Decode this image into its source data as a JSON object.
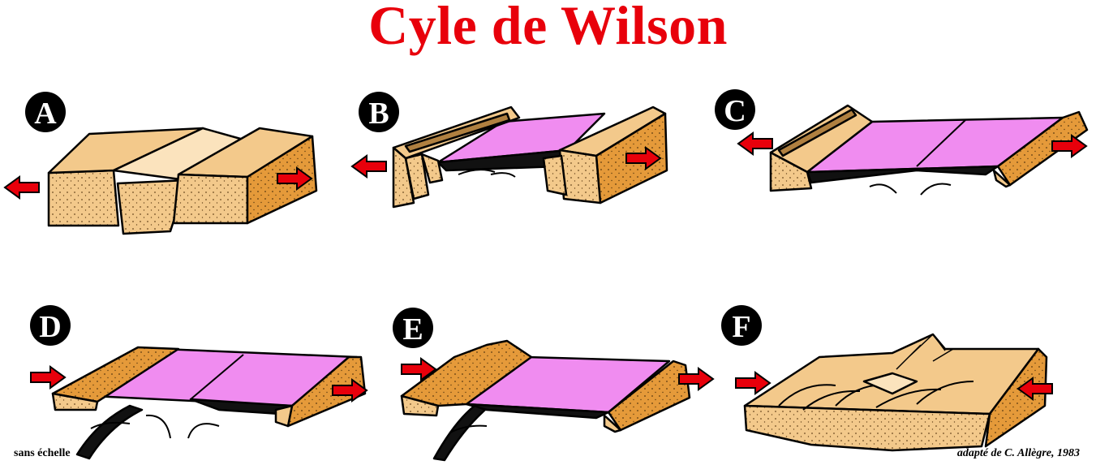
{
  "title": "Cyle de Wilson",
  "panels": [
    {
      "label": "A"
    },
    {
      "label": "B"
    },
    {
      "label": "C"
    },
    {
      "label": "D"
    },
    {
      "label": "E"
    },
    {
      "label": "F"
    }
  ],
  "footer": {
    "scale_note": "sans échelle",
    "credit": "adapté de C. Allègre, 1983"
  },
  "colors": {
    "title": "#e8000b",
    "continental_crust": "#f3c98b",
    "continental_crust_dark": "#e59a3a",
    "oceanic_crust": "#f08cf0",
    "oceanic_crust_dark": "#d860d8",
    "arrow": "#e8000b",
    "outline": "#000000"
  }
}
